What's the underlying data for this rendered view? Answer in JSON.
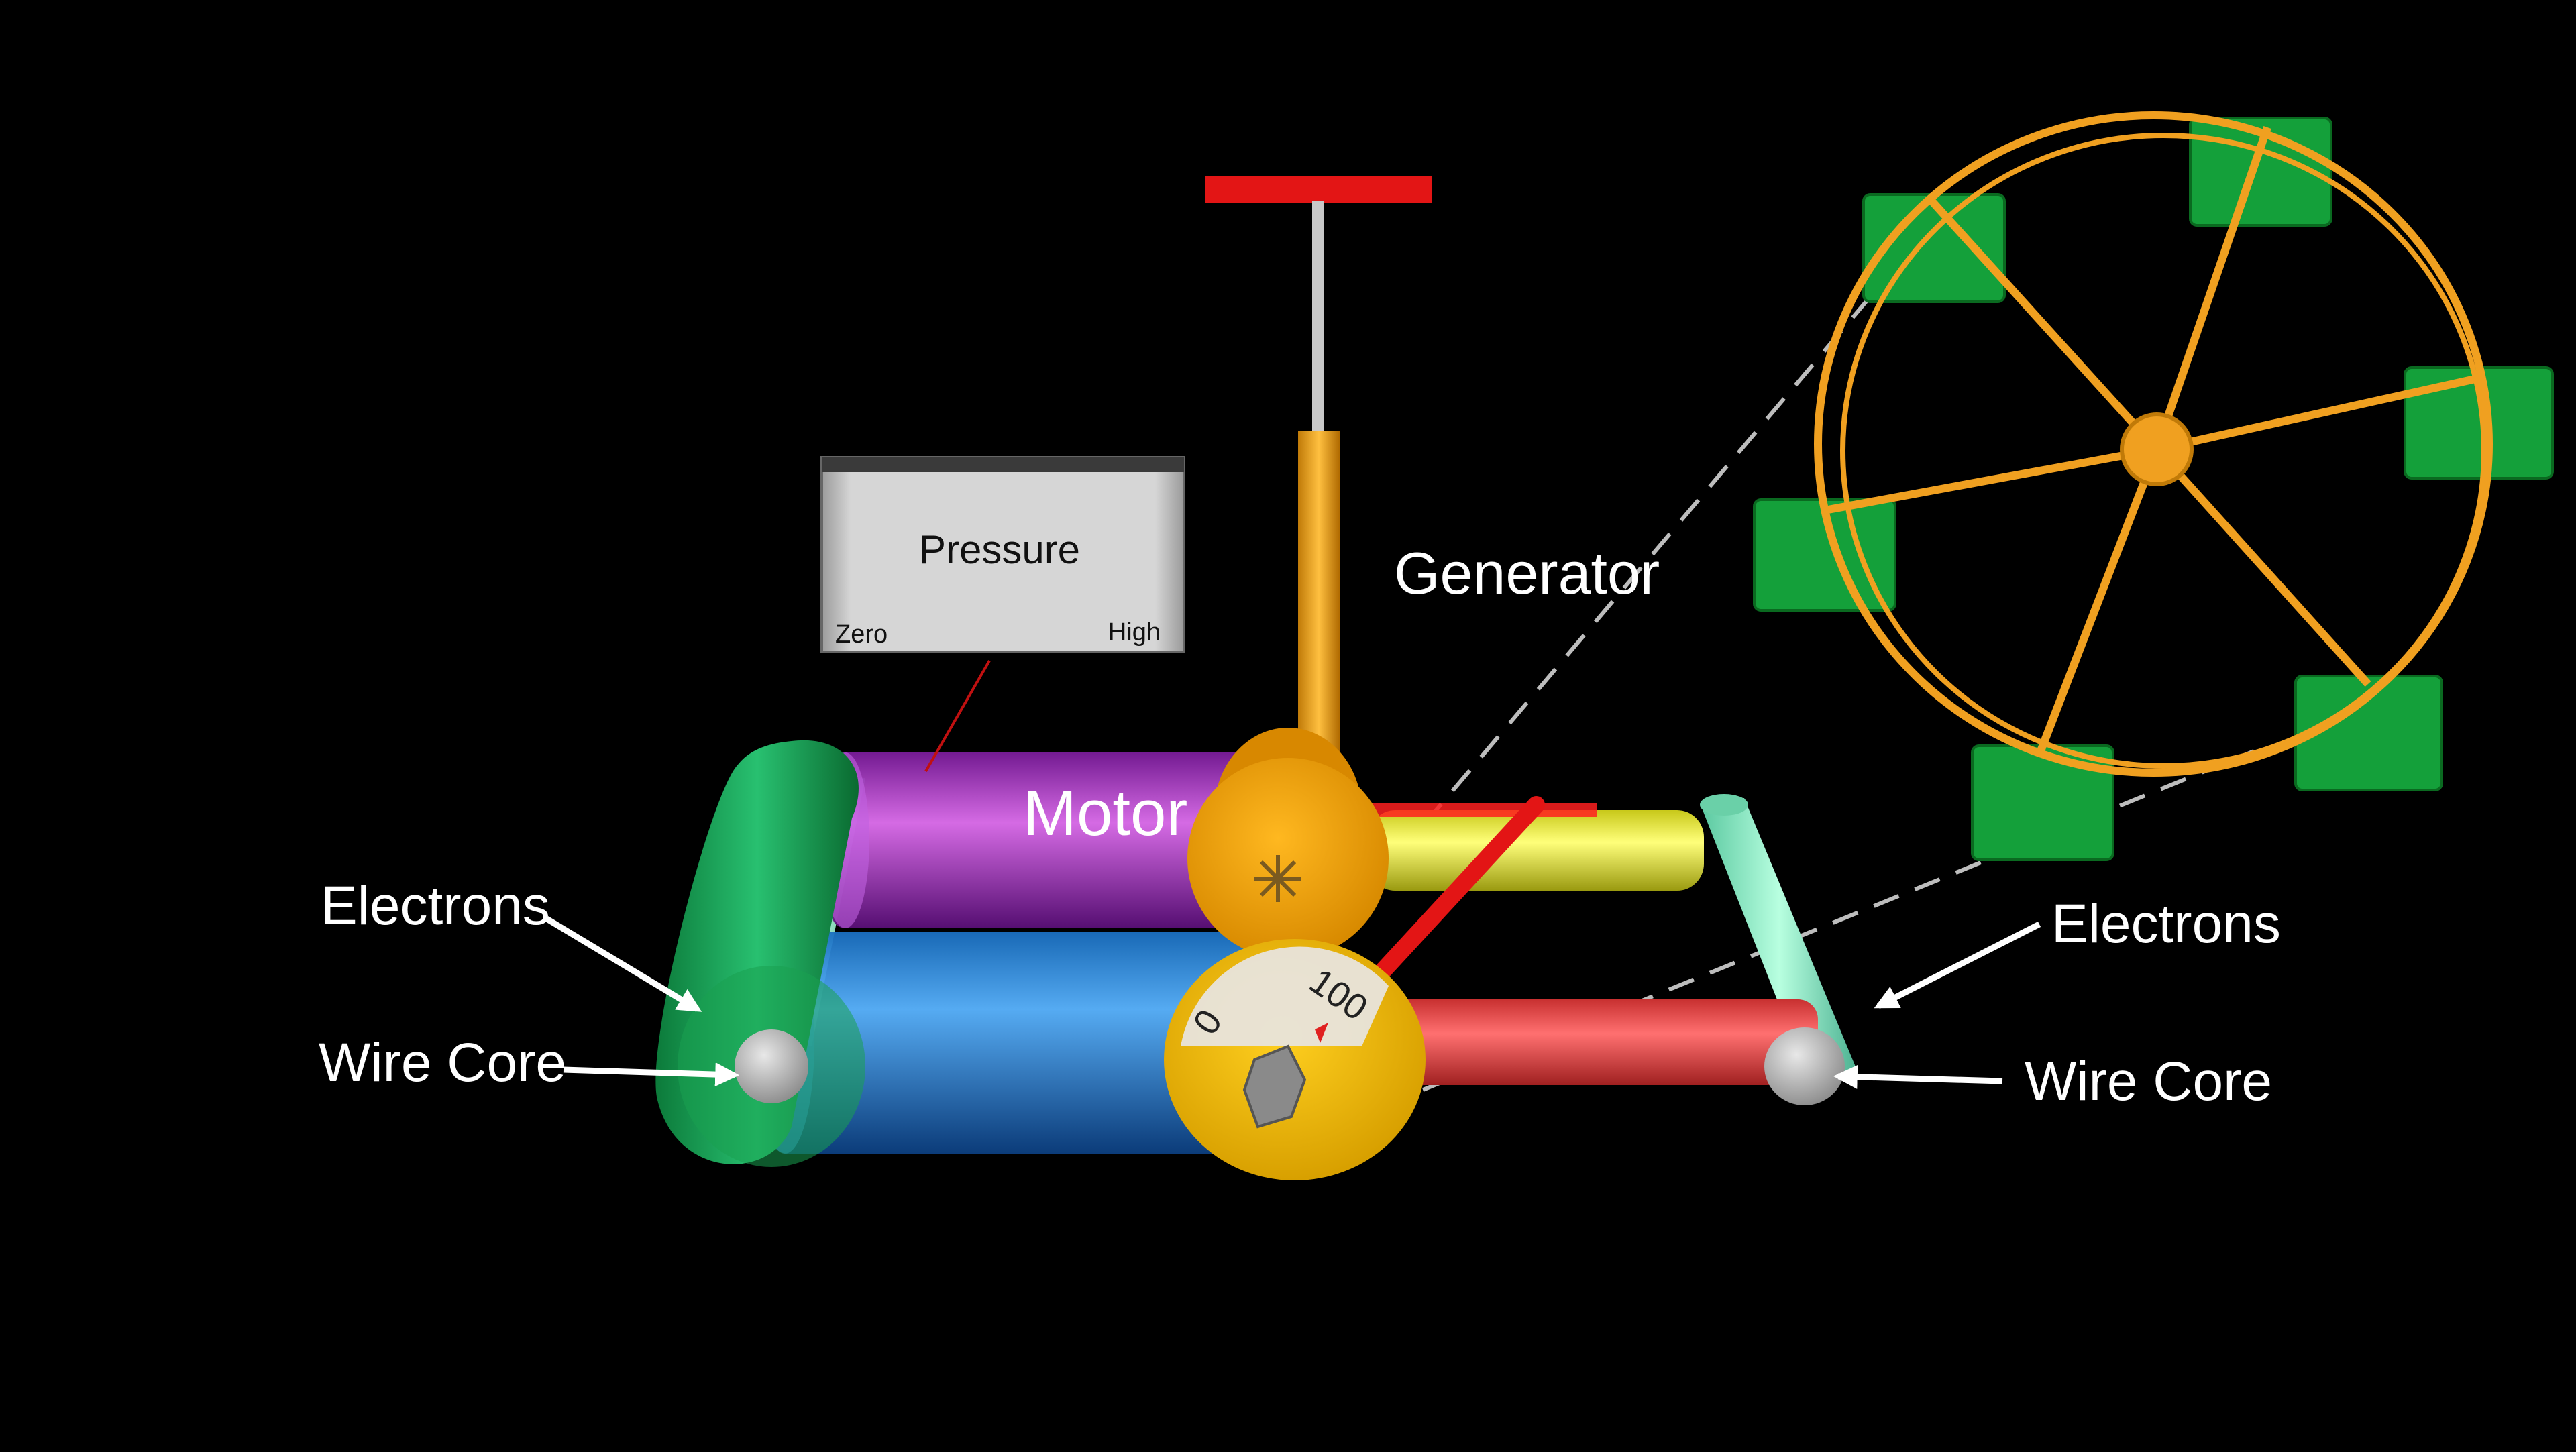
{
  "labels": {
    "electrons_left": "Electrons",
    "wire_core_left": "Wire Core",
    "electrons_right": "Electrons",
    "wire_core_right": "Wire Core",
    "motor": "Motor",
    "generator": "Generator"
  },
  "gauge": {
    "title": "Pressure",
    "min_label": "Zero",
    "max_label": "High"
  },
  "dial": {
    "min_label": "0",
    "max_label": "100"
  },
  "colors": {
    "background": "#000000",
    "green_tube": "#1fa85a",
    "purple_pipe": "#b43ad6",
    "blue_pipe": "#2f8fe0",
    "yellow_pipe": "#f2f23a",
    "red_pipe": "#e85050",
    "orange_disc": "#f0a010",
    "pump_handle": "#e01010",
    "wheel": "#f0a020",
    "wheel_bucket": "#14a03a",
    "light_green_tube": "#8ee8c0",
    "gauge_face": "#d2d2d2"
  },
  "icons": {
    "wheel": "waterwheel-icon",
    "pump": "hand-pump-icon",
    "gauge": "pressure-gauge-icon",
    "dial": "rotary-dial-icon",
    "arrows": "arrow-icon"
  }
}
